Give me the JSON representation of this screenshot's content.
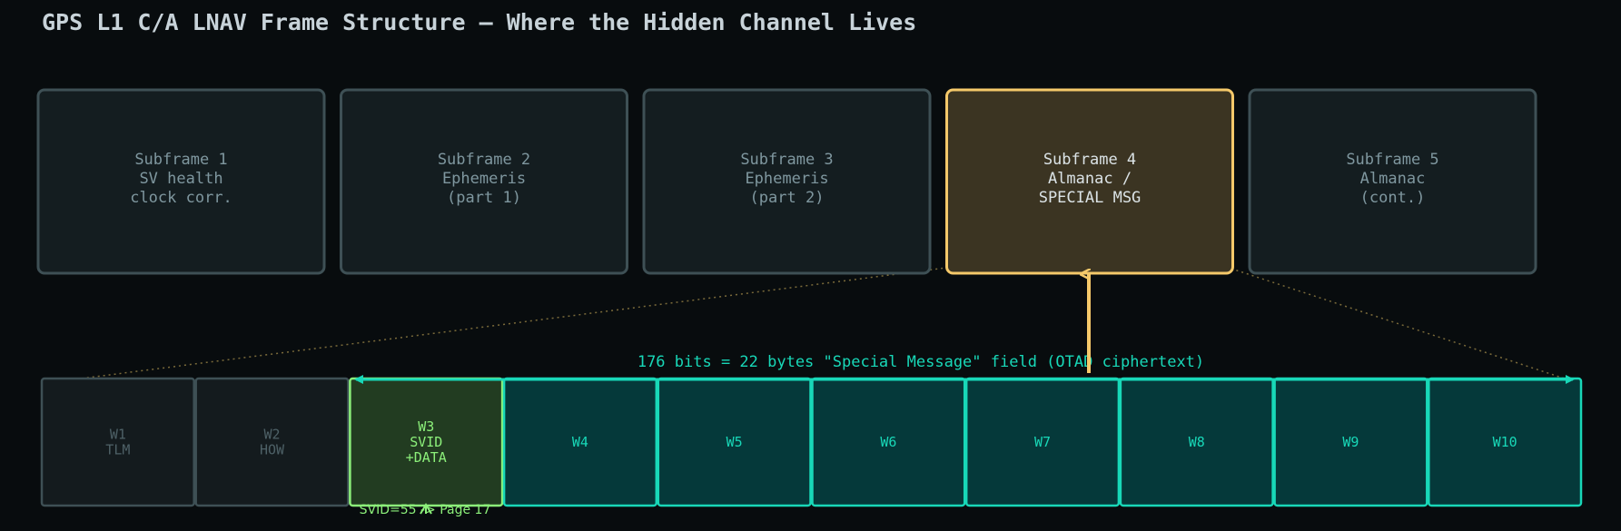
{
  "title": "GPS L1 C/A LNAV Frame Structure — Where the Hidden Channel Lives",
  "colors": {
    "background": "#080c0e",
    "box_fill": "#141d20",
    "box_stroke": "#3e5055",
    "box_text": "#7f979f",
    "highlight_fill": "#3b3422",
    "highlight_stroke": "#f5c96a",
    "highlight_text": "#dbe3e6",
    "teal_fill": "#05393a",
    "teal_stroke": "#18d8b8",
    "teal_text": "#18d8b8",
    "green_fill": "#223c21",
    "green_stroke": "#8cf07a",
    "green_text": "#8cf07a",
    "dim_word_fill": "#141b1e",
    "dim_word_text": "#4e6167",
    "guide_line": "#7a6a3a"
  },
  "subframes": [
    {
      "id": "sf1",
      "lines": [
        "Subframe 1",
        "SV health",
        "clock corr."
      ],
      "state": "normal"
    },
    {
      "id": "sf2",
      "lines": [
        "Subframe 2",
        "Ephemeris",
        "(part 1)"
      ],
      "state": "normal"
    },
    {
      "id": "sf3",
      "lines": [
        "Subframe 3",
        "Ephemeris",
        "(part 2)"
      ],
      "state": "normal"
    },
    {
      "id": "sf4",
      "lines": [
        "Subframe 4",
        "Almanac /",
        "SPECIAL MSG"
      ],
      "state": "highlight"
    },
    {
      "id": "sf5",
      "lines": [
        "Subframe 5",
        "Almanac",
        "(cont.)"
      ],
      "state": "normal"
    }
  ],
  "words": [
    {
      "id": "w1",
      "lines": [
        "W1",
        "TLM"
      ],
      "state": "dim"
    },
    {
      "id": "w2",
      "lines": [
        "W2",
        "HOW"
      ],
      "state": "dim"
    },
    {
      "id": "w3",
      "lines": [
        "W3",
        "SVID",
        "+DATA"
      ],
      "state": "green"
    },
    {
      "id": "w4",
      "lines": [
        "W4"
      ],
      "state": "teal"
    },
    {
      "id": "w5",
      "lines": [
        "W5"
      ],
      "state": "teal"
    },
    {
      "id": "w6",
      "lines": [
        "W6"
      ],
      "state": "teal"
    },
    {
      "id": "w7",
      "lines": [
        "W7"
      ],
      "state": "teal"
    },
    {
      "id": "w8",
      "lines": [
        "W8"
      ],
      "state": "teal"
    },
    {
      "id": "w9",
      "lines": [
        "W9"
      ],
      "state": "teal"
    },
    {
      "id": "w10",
      "lines": [
        "W10"
      ],
      "state": "teal"
    }
  ],
  "field_label": "176 bits = 22 bytes \"Special Message\" field  (OTAD ciphertext)",
  "svid_note": "SVID=55 -> Page 17"
}
